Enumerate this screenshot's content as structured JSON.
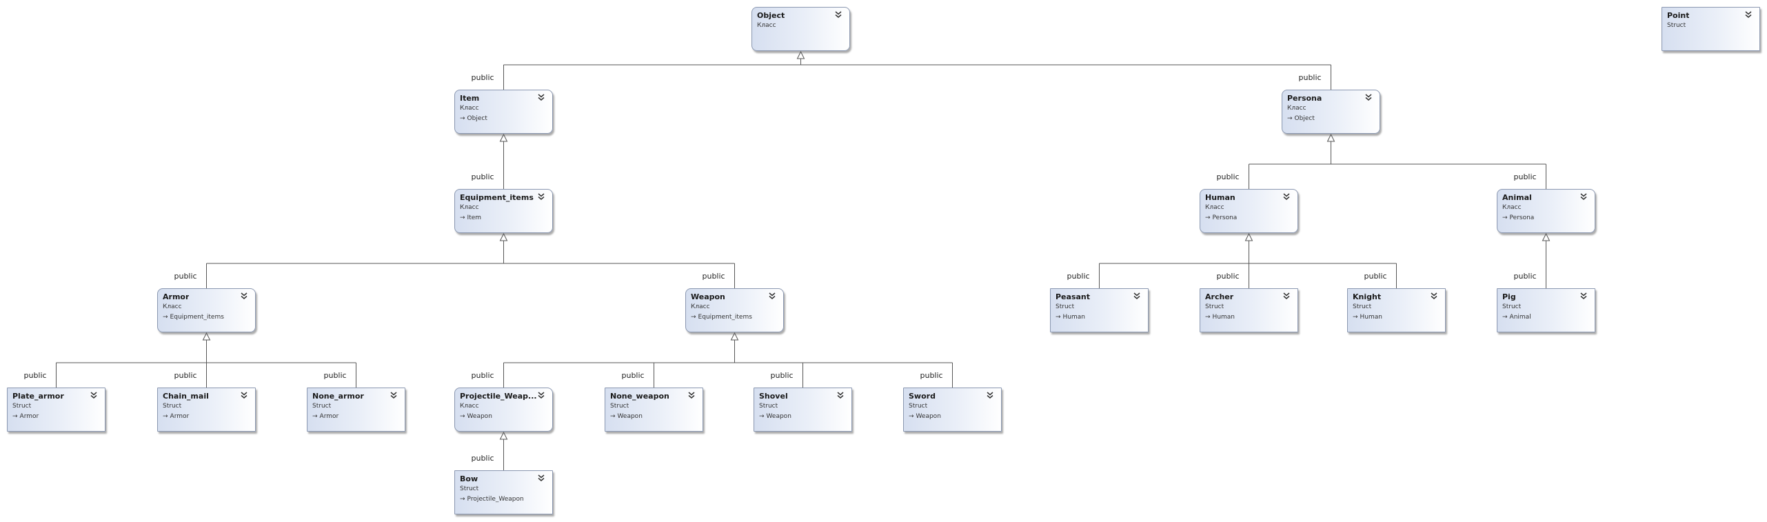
{
  "diagram": {
    "nodes": [
      {
        "id": "object",
        "title": "Object",
        "kind": "Класс",
        "base": ""
      },
      {
        "id": "point",
        "title": "Point",
        "kind": "Struct",
        "base": ""
      },
      {
        "id": "item",
        "title": "Item",
        "kind": "Класс",
        "base": "Object"
      },
      {
        "id": "persona",
        "title": "Persona",
        "kind": "Класс",
        "base": "Object"
      },
      {
        "id": "equipment_items",
        "title": "Equipment_items",
        "kind": "Класс",
        "base": "Item"
      },
      {
        "id": "human",
        "title": "Human",
        "kind": "Класс",
        "base": "Persona"
      },
      {
        "id": "animal",
        "title": "Animal",
        "kind": "Класс",
        "base": "Persona"
      },
      {
        "id": "armor",
        "title": "Armor",
        "kind": "Класс",
        "base": "Equipment_items"
      },
      {
        "id": "weapon",
        "title": "Weapon",
        "kind": "Класс",
        "base": "Equipment_items"
      },
      {
        "id": "peasant",
        "title": "Peasant",
        "kind": "Struct",
        "base": "Human"
      },
      {
        "id": "archer",
        "title": "Archer",
        "kind": "Struct",
        "base": "Human"
      },
      {
        "id": "knight",
        "title": "Knight",
        "kind": "Struct",
        "base": "Human"
      },
      {
        "id": "pig",
        "title": "Pig",
        "kind": "Struct",
        "base": "Animal"
      },
      {
        "id": "plate_armor",
        "title": "Plate_armor",
        "kind": "Struct",
        "base": "Armor"
      },
      {
        "id": "chain_mail",
        "title": "Chain_mail",
        "kind": "Struct",
        "base": "Armor"
      },
      {
        "id": "none_armor",
        "title": "None_armor",
        "kind": "Struct",
        "base": "Armor"
      },
      {
        "id": "projectile_weapon",
        "title": "Projectile_Weap...",
        "kind": "Класс",
        "base": "Weapon"
      },
      {
        "id": "none_weapon",
        "title": "None_weapon",
        "kind": "Struct",
        "base": "Weapon"
      },
      {
        "id": "shovel",
        "title": "Shovel",
        "kind": "Struct",
        "base": "Weapon"
      },
      {
        "id": "sword",
        "title": "Sword",
        "kind": "Struct",
        "base": "Weapon"
      },
      {
        "id": "bow",
        "title": "Bow",
        "kind": "Struct",
        "base": "Projectile_Weapon"
      }
    ],
    "edges": [
      {
        "child": "item",
        "parent": "object",
        "label": "public"
      },
      {
        "child": "persona",
        "parent": "object",
        "label": "public"
      },
      {
        "child": "equipment_items",
        "parent": "item",
        "label": "public"
      },
      {
        "child": "human",
        "parent": "persona",
        "label": "public"
      },
      {
        "child": "animal",
        "parent": "persona",
        "label": "public"
      },
      {
        "child": "armor",
        "parent": "equipment_items",
        "label": "public"
      },
      {
        "child": "weapon",
        "parent": "equipment_items",
        "label": "public"
      },
      {
        "child": "peasant",
        "parent": "human",
        "label": "public"
      },
      {
        "child": "archer",
        "parent": "human",
        "label": "public"
      },
      {
        "child": "knight",
        "parent": "human",
        "label": "public"
      },
      {
        "child": "pig",
        "parent": "animal",
        "label": "public"
      },
      {
        "child": "plate_armor",
        "parent": "armor",
        "label": "public"
      },
      {
        "child": "chain_mail",
        "parent": "armor",
        "label": "public"
      },
      {
        "child": "none_armor",
        "parent": "armor",
        "label": "public"
      },
      {
        "child": "projectile_weapon",
        "parent": "weapon",
        "label": "public"
      },
      {
        "child": "none_weapon",
        "parent": "weapon",
        "label": "public"
      },
      {
        "child": "shovel",
        "parent": "weapon",
        "label": "public"
      },
      {
        "child": "sword",
        "parent": "weapon",
        "label": "public"
      },
      {
        "child": "bow",
        "parent": "projectile_weapon",
        "label": "public"
      }
    ]
  }
}
